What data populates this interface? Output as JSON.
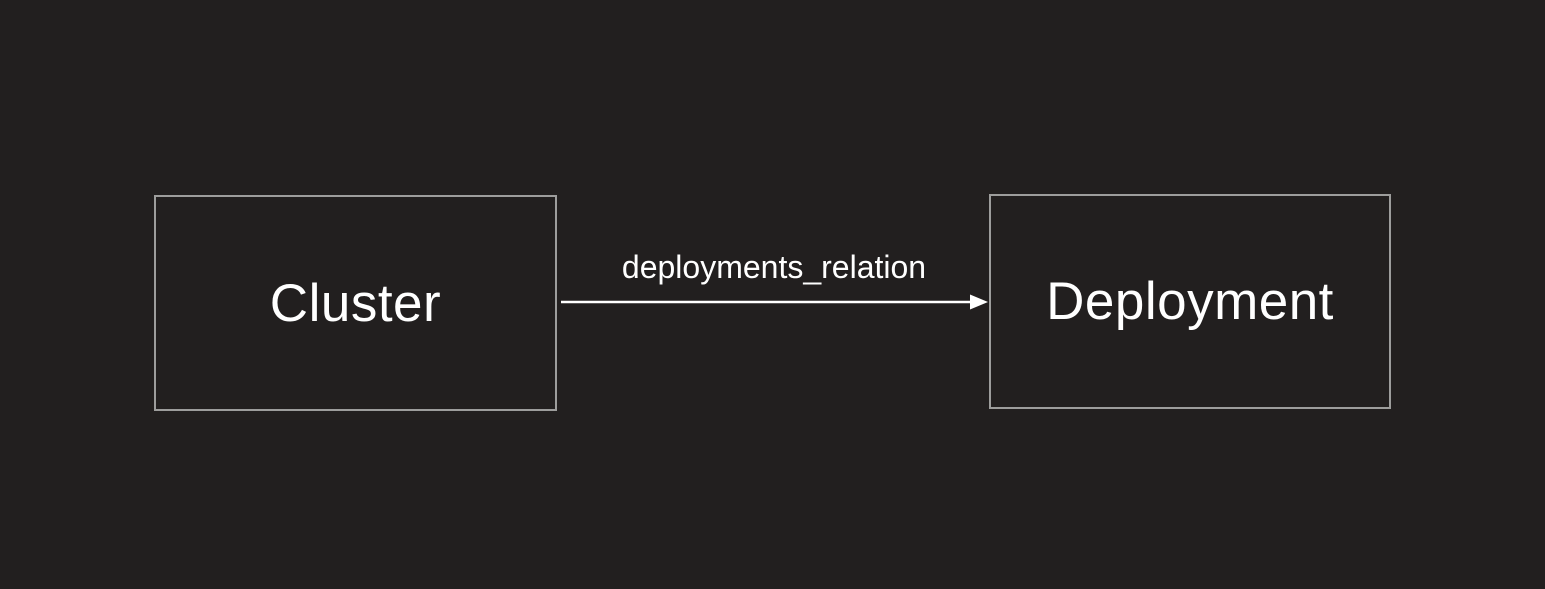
{
  "diagram": {
    "type": "entity-relation-graph",
    "background_color": "#221f1f",
    "node_border_color": "#9d9d9c",
    "text_color": "#ffffff",
    "arrow_color": "#ffffff",
    "nodes": [
      {
        "id": "cluster",
        "label": "Cluster"
      },
      {
        "id": "deployment",
        "label": "Deployment"
      }
    ],
    "edges": [
      {
        "from": "cluster",
        "to": "deployment",
        "label": "deployments_relation",
        "direction": "left-to-right"
      }
    ]
  }
}
